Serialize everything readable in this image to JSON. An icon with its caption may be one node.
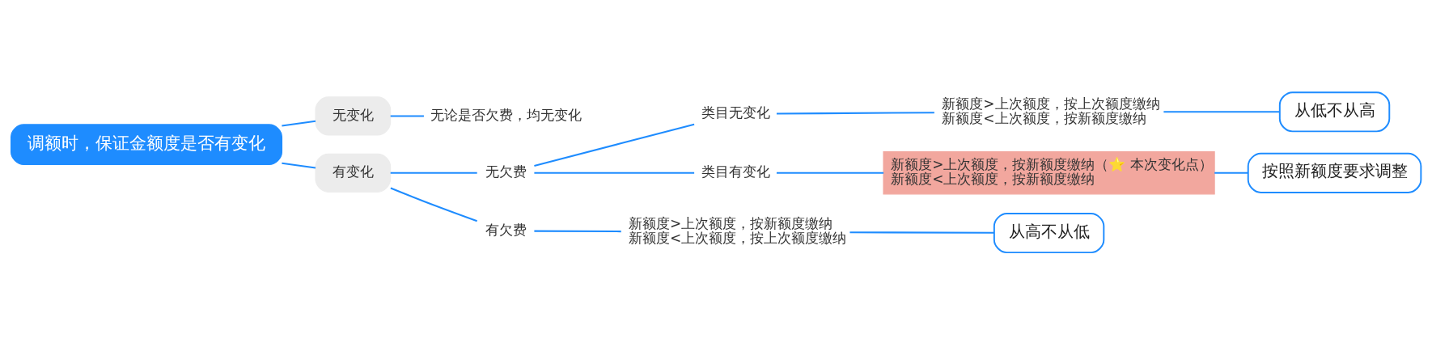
{
  "diagram": {
    "nodes": [
      {
        "text": [
          "调额时，保证金额度是否有变化"
        ]
      },
      {
        "text": [
          "无变化"
        ]
      },
      {
        "text": [
          "无论是否欠费，均无变化"
        ]
      },
      {
        "text": [
          "有变化"
        ]
      },
      {
        "text": [
          "无欠费"
        ]
      },
      {
        "text": [
          "类目无变化"
        ]
      },
      {
        "text": [
          "新额度>上次额度，按上次额度缴纳",
          "新额度<上次额度，按新额度缴纳"
        ]
      },
      {
        "text": [
          "从低不从高"
        ]
      },
      {
        "text": [
          "类目有变化"
        ]
      },
      {
        "text": [
          "新额度>上次额度，按新额度缴纳（⭐ 本次变化点）",
          "新额度<上次额度，按新额度缴纳"
        ]
      },
      {
        "text": [
          "按照新额度要求调整"
        ]
      },
      {
        "text": [
          "有欠费"
        ]
      },
      {
        "text": [
          "新额度>上次额度，按新额度缴纳",
          "新额度<上次额度，按上次额度缴纳"
        ]
      },
      {
        "text": [
          "从高不从低"
        ]
      }
    ],
    "edges": [
      {
        "from": 0,
        "to": 1,
        "arrow": "none"
      },
      {
        "from": 1,
        "to": 2,
        "arrow": "none"
      },
      {
        "from": 0,
        "to": 3,
        "arrow": "none"
      },
      {
        "from": 3,
        "to": 4,
        "arrow": "none"
      },
      {
        "from": 4,
        "to": 5,
        "arrow": "none"
      },
      {
        "from": 5,
        "to": 6,
        "arrow": "none"
      },
      {
        "from": 6,
        "to": 7,
        "arrow": "none"
      },
      {
        "from": 4,
        "to": 8,
        "arrow": "none"
      },
      {
        "from": 8,
        "to": 9,
        "arrow": "none"
      },
      {
        "from": 9,
        "to": 10,
        "arrow": "none"
      },
      {
        "from": 3,
        "to": 11,
        "arrow": "none"
      },
      {
        "from": 11,
        "to": 12,
        "arrow": "none"
      },
      {
        "from": 12,
        "to": 13,
        "arrow": "none"
      }
    ]
  }
}
